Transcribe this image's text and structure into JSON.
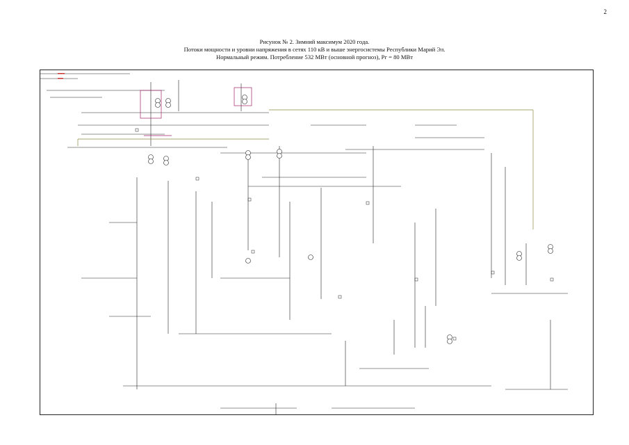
{
  "page": {
    "number": "2"
  },
  "caption": {
    "line1": "Рисунок № 2. Зимний максимум 2020 года.",
    "line2": "Потоки мощности и уровни напряжения в сетях 110 кВ и выше энергосистемы Республики Марий Эл.",
    "line3": "Нормальный режим. Потребление 532 МВт (основной прогноз), Рг = 80 МВт"
  },
  "diagram": {
    "colors": {
      "line": "#222222",
      "substation_220": "#a0206a",
      "line_500": "#8a8a40",
      "accent_red": "#c83030"
    }
  }
}
